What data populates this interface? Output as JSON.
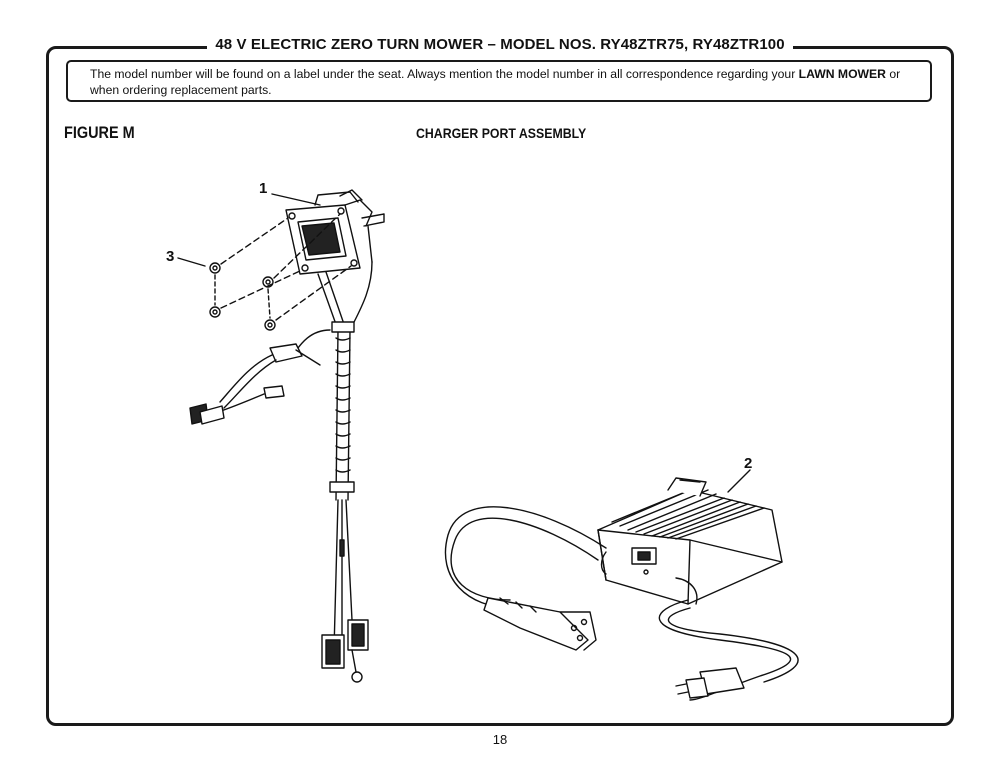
{
  "header": {
    "title": "48 V ELECTRIC ZERO TURN MOWER – MODEL NOS. RY48ZTR75, RY48ZTR100"
  },
  "notice": {
    "text_before": "The model number will be found on a label under the seat. Always mention the model number in all correspondence regarding your ",
    "bold": "LAWN MOWER",
    "text_after": " or when ordering replacement parts."
  },
  "figure": {
    "label": "FIGURE M",
    "title": "CHARGER PORT ASSEMBLY",
    "callouts": [
      "1",
      "2",
      "3"
    ]
  },
  "footer": {
    "page_number": "18"
  }
}
